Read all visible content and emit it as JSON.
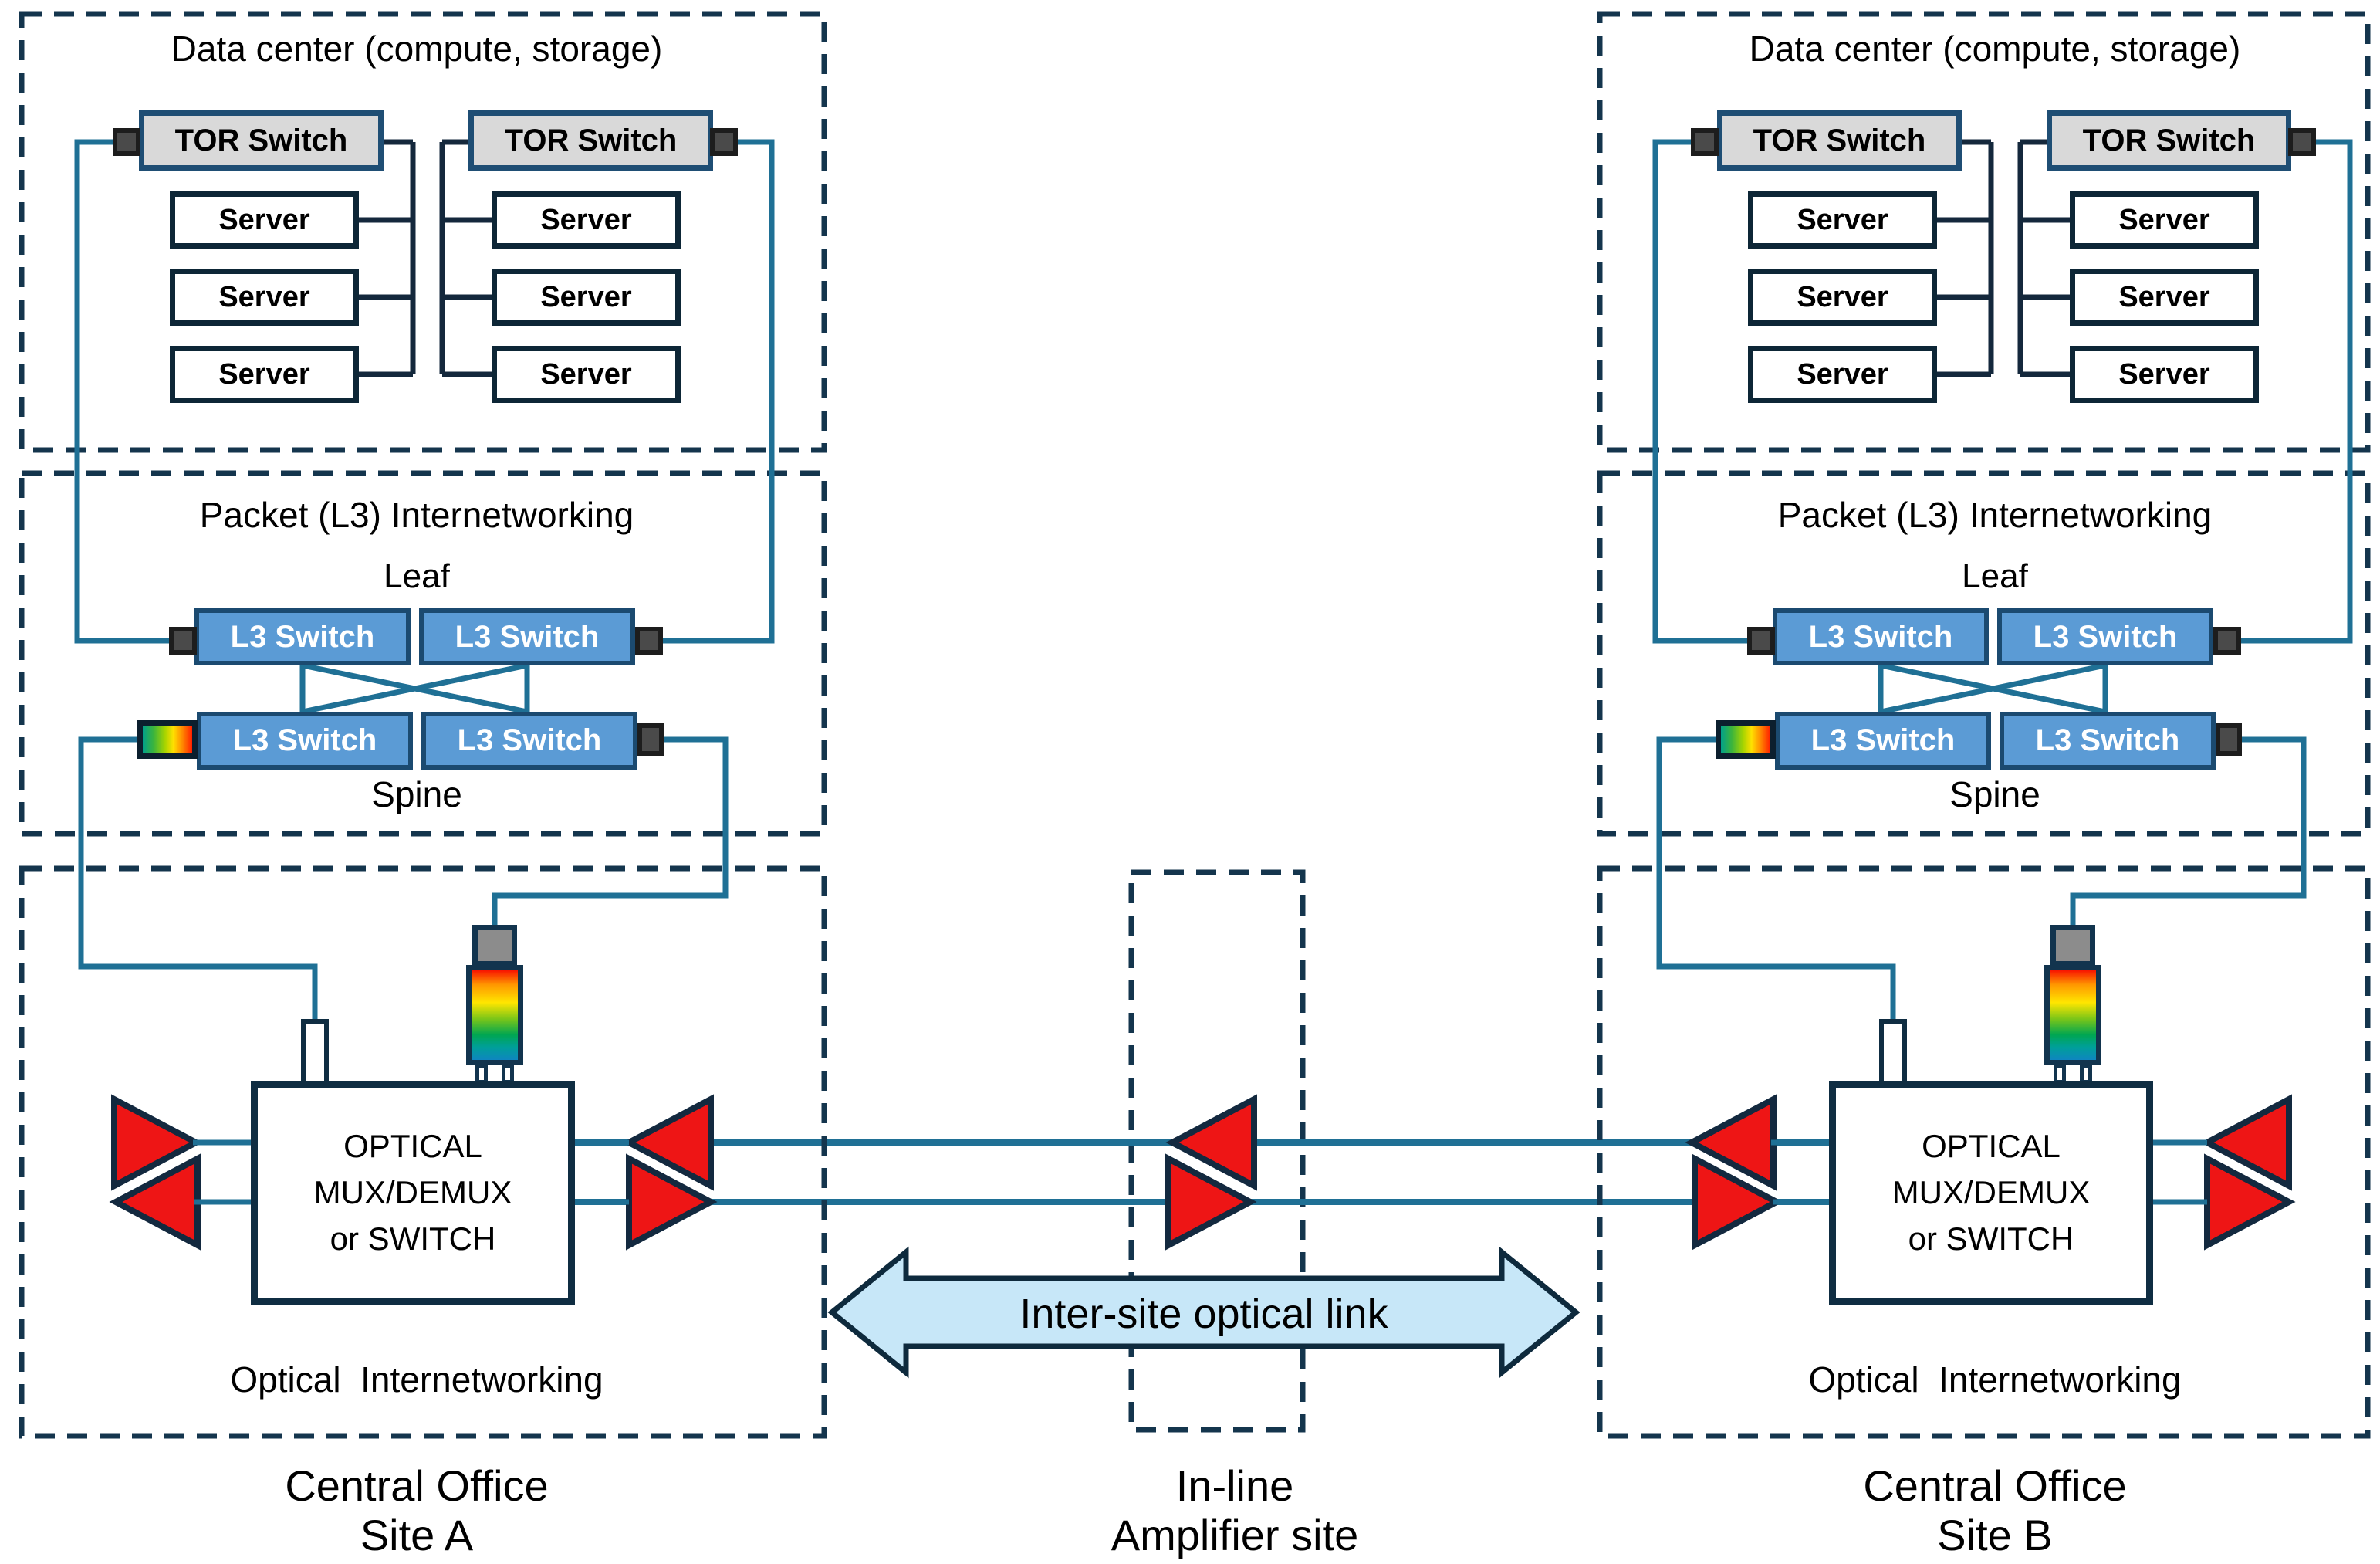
{
  "sites": [
    {
      "data_center": {
        "title": "Data center (compute, storage)",
        "tor_switches": [
          "TOR Switch",
          "TOR Switch"
        ],
        "servers": [
          "Server",
          "Server",
          "Server",
          "Server",
          "Server",
          "Server"
        ]
      },
      "packet": {
        "title": "Packet (L3) Internetworking",
        "leaf_label": "Leaf",
        "spine_label": "Spine",
        "switches": [
          "L3 Switch",
          "L3 Switch",
          "L3 Switch",
          "L3 Switch"
        ]
      },
      "optical": {
        "mux_lines": [
          "OPTICAL",
          "MUX/DEMUX",
          "or SWITCH"
        ],
        "label": "Optical  Internetworking"
      },
      "caption": [
        "Central Office",
        "Site A"
      ]
    },
    {
      "data_center": {
        "title": "Data center (compute, storage)",
        "tor_switches": [
          "TOR Switch",
          "TOR Switch"
        ],
        "servers": [
          "Server",
          "Server",
          "Server",
          "Server",
          "Server",
          "Server"
        ]
      },
      "packet": {
        "title": "Packet (L3) Internetworking",
        "leaf_label": "Leaf",
        "spine_label": "Spine",
        "switches": [
          "L3 Switch",
          "L3 Switch",
          "L3 Switch",
          "L3 Switch"
        ]
      },
      "optical": {
        "mux_lines": [
          "OPTICAL",
          "MUX/DEMUX",
          "or SWITCH"
        ],
        "label": "Optical  Internetworking"
      },
      "caption": [
        "Central Office",
        "Site B"
      ]
    }
  ],
  "inline_amplifier_site": {
    "caption": [
      "In-line",
      "Amplifier site"
    ]
  },
  "intersite_link": {
    "label": "Inter-site optical link"
  },
  "colors": {
    "line_teal": "#1f7095",
    "bus_dark": "#14283c",
    "dash_navy": "#14354d",
    "switch_blue": "#5b9bd5",
    "tor_gray": "#d9d9d9",
    "amplifier_red": "#ee1515",
    "arrow_fill": "#c7e7f8"
  }
}
